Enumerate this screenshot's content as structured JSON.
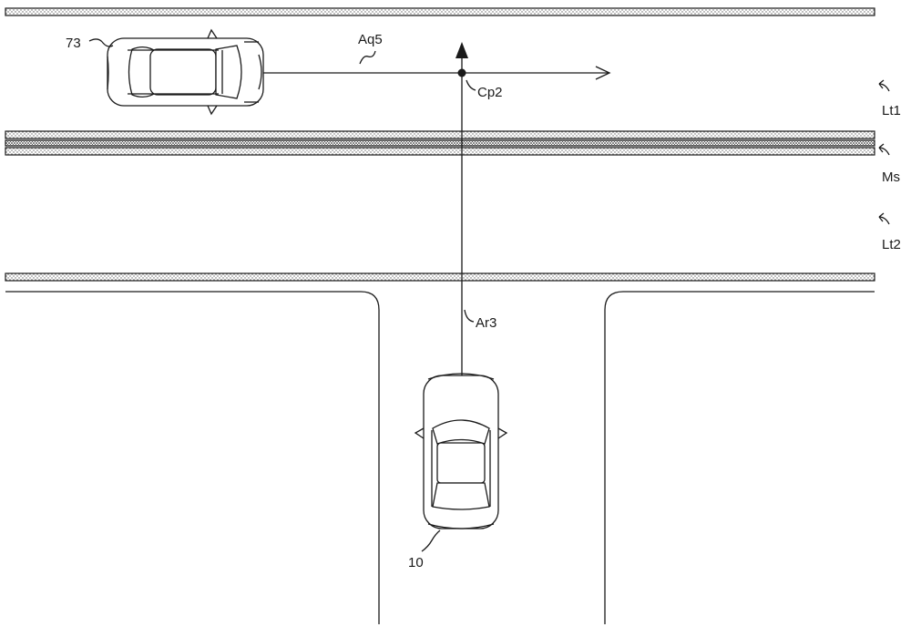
{
  "labels": {
    "vehicle_other": "73",
    "vehicle_self": "10",
    "arrow_other": "Aq5",
    "arrow_self": "Ar3",
    "crossing_point": "Cp2",
    "lane_line_1": "Lt1",
    "median_strip": "Ms",
    "lane_line_2": "Lt2"
  },
  "colors": {
    "ink": "#1a1a1a",
    "background": "#ffffff"
  }
}
